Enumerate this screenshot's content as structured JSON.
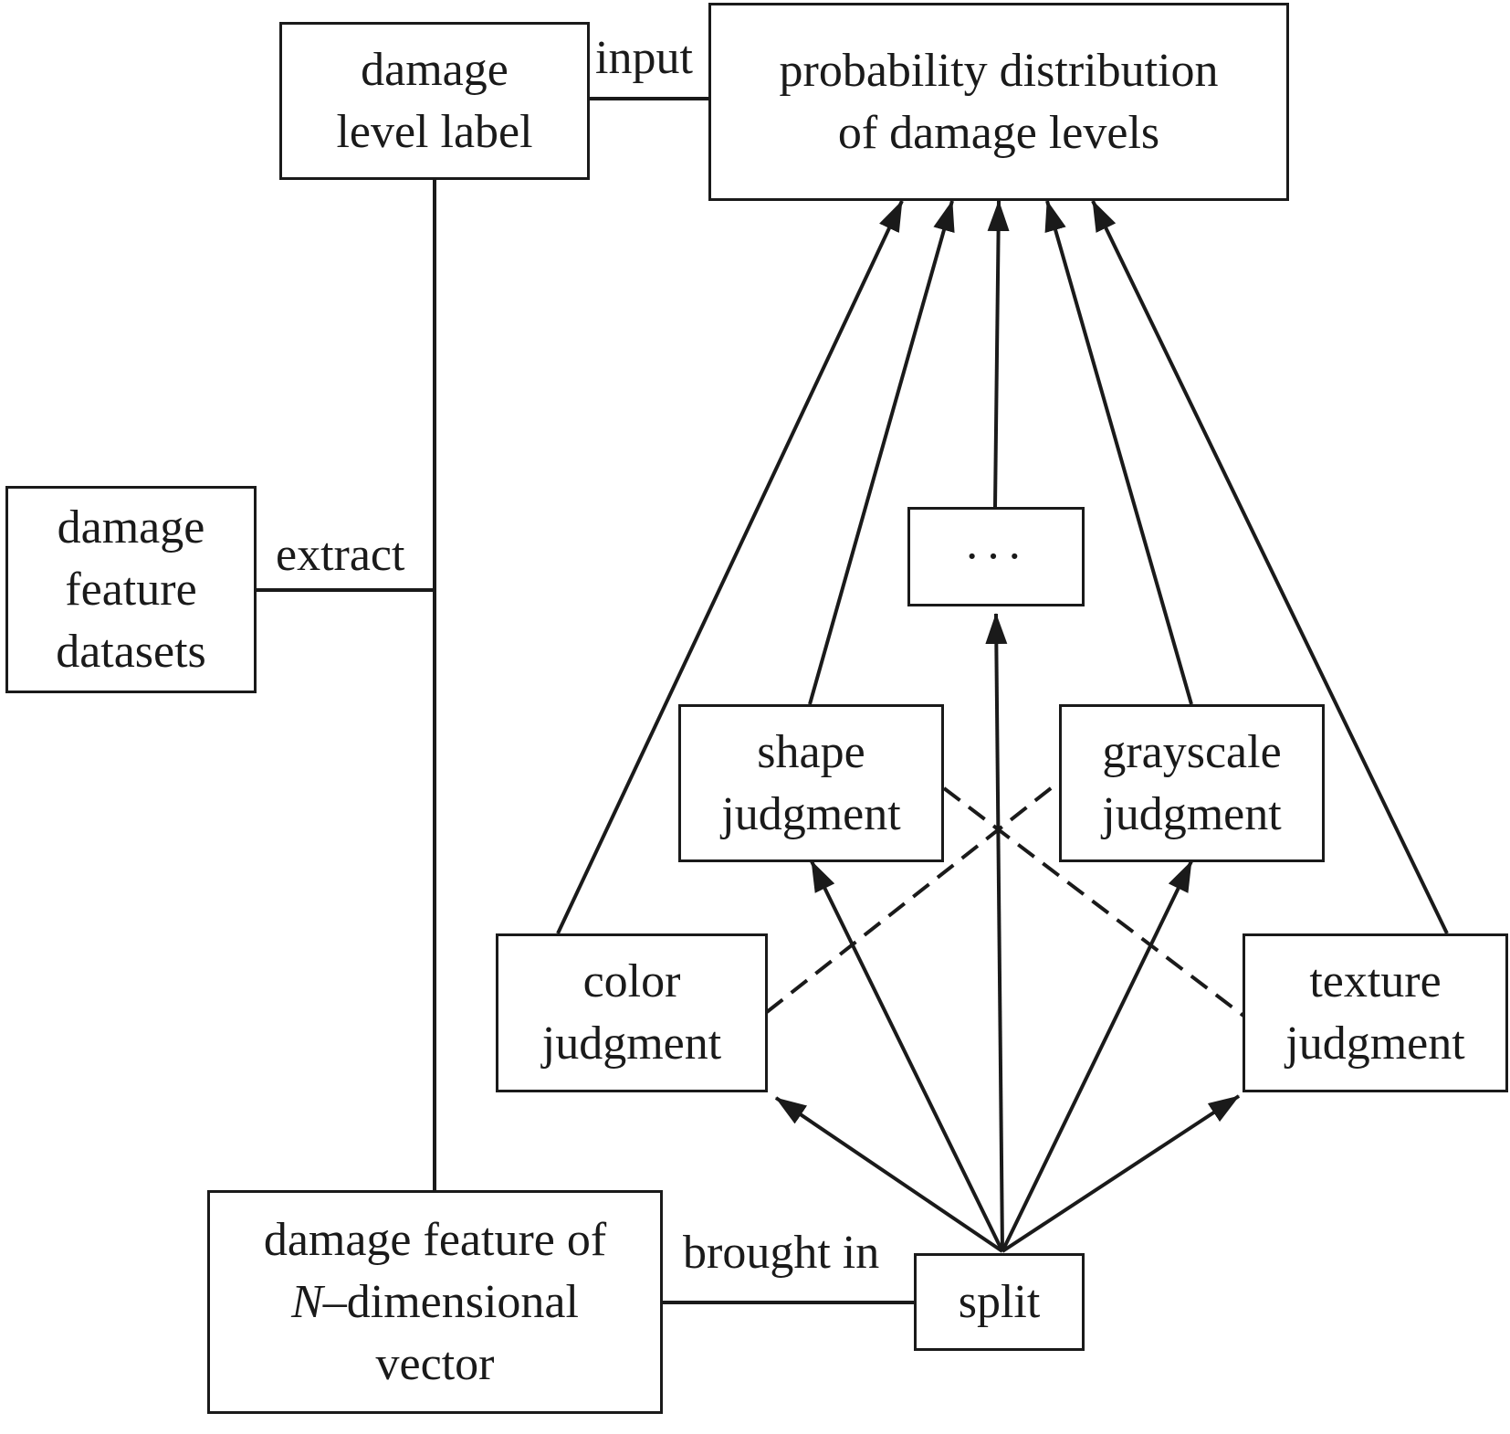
{
  "colors": {
    "ink": "#1a1a1a",
    "background": "#ffffff"
  },
  "nodes": {
    "damage_level_label": {
      "lines": [
        "damage",
        "level label"
      ]
    },
    "probability_distribution": {
      "lines": [
        "probability distribution",
        "of damage levels"
      ]
    },
    "damage_feature_datasets": {
      "lines": [
        "damage",
        "feature",
        "datasets"
      ]
    },
    "ellipsis_box": {
      "text": "···"
    },
    "shape_judgment": {
      "lines": [
        "shape",
        "judgment"
      ]
    },
    "grayscale_judgment": {
      "lines": [
        "grayscale",
        "judgment"
      ]
    },
    "color_judgment": {
      "lines": [
        "color",
        "judgment"
      ]
    },
    "texture_judgment": {
      "lines": [
        "texture",
        "judgment"
      ]
    },
    "n_vector": {
      "line1": "damage feature of",
      "line2_var": "N",
      "line2_rest": "–dimensional",
      "line3": "vector"
    },
    "split": {
      "text": "split"
    }
  },
  "edge_labels": {
    "input": "input",
    "extract": "extract",
    "brought_in": "brought in"
  }
}
